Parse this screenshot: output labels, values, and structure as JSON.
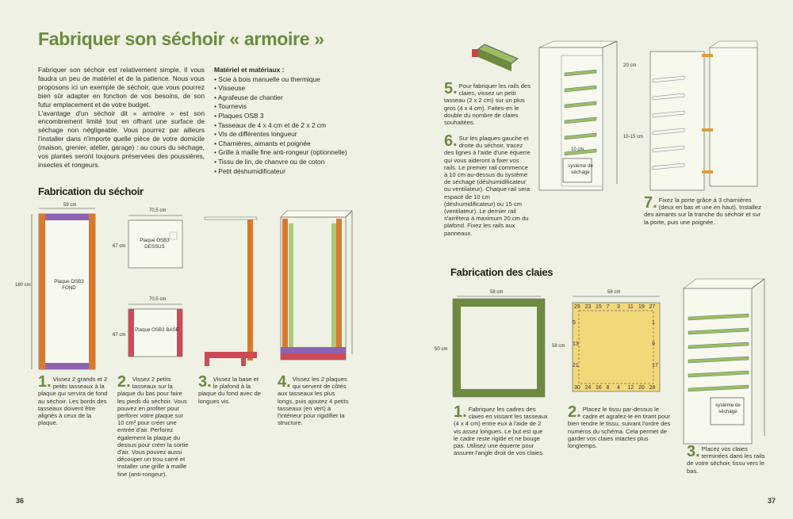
{
  "title": "Fabriquer son séchoir « armoire »",
  "intro": {
    "p1": "Fabriquer son séchoir est relativement simple. Il vous faudra un peu de matériel et de la patience. Nous vous proposons ici un exemple de séchoir, que vous pourrez bien sûr adapter en fonction de vos besoins, de son futur emplacement et de votre budget.",
    "p2": "L'avantage d'un séchoir dit « armoire » est son encombrement limité tout en offrant une surface de séchage non négligeable. Vous pourrez par ailleurs l'installer dans n'importe quelle pièce de votre domicile (maison, grenier, atelier, garage) : au cours du séchage, vos plantes seront toujours préservées des poussières, insectes et rongeurs."
  },
  "materials": {
    "heading": "Matériel et matériaux :",
    "items": [
      "Scie à bois manuelle ou thermique",
      "Visseuse",
      "Agrafeuse de chantier",
      "Tournevis",
      "Plaques OSB 3",
      "Tasseaux de 4 x 4 cm et de 2 x 2 cm",
      "Vis de différentes longueur",
      "Charnières, aimants et poignée",
      "Grille à maille fine anti-rongeur (optionnelle)",
      "Tissu de lin, de chanvre ou de coton",
      "Petit déshumidificateur"
    ]
  },
  "sections": {
    "sechoir": "Fabrication du séchoir",
    "claies": "Fabrication des claies"
  },
  "diagrams": {
    "d1_width": "59 cm",
    "d1_height": "180 cm",
    "d1_label": "Plaque OSB3 FOND",
    "d2_width": "70,5 cm",
    "d2_height": "67 cm",
    "d2_label": "Plaque OSB3 DESSUS",
    "d3_width": "70,5 cm",
    "d3_height": "67 cm",
    "d3_label": "Plaque OSB3 BASE",
    "cab_top": "20 cm",
    "cab_bottom": "10 cm",
    "cab_spacing": "10-15 cm",
    "cab_box": "système de séchage",
    "frame_width": "58 cm",
    "frame_height": "50 cm",
    "fabric_width": "58 cm",
    "fabric_height": "58 cm",
    "fabric_top": [
      "29",
      "23",
      "15",
      "7",
      "3",
      "11",
      "19",
      "27"
    ],
    "fabric_left": [
      "5",
      "13",
      "21"
    ],
    "fabric_right": [
      "1",
      "9",
      "17"
    ],
    "fabric_bottom": [
      "30",
      "24",
      "16",
      "8",
      "4",
      "12",
      "20",
      "28"
    ],
    "rack_box": "système de séchage"
  },
  "steps": {
    "s1": {
      "num": "1.",
      "text": "Vissez 2 grands et 2 petits tasseaux à la plaque qui servira de fond au séchoir. Les bords des tasseaux doivent être alignés à ceux de la plaque."
    },
    "s2": {
      "num": "2.",
      "text": "Vissez 2 petits tasseaux sur la plaque du bas pour faire les pieds du séchoir. Vous pouvez en profiter pour perforer votre plaque sur 10 cm² pour créer une entrée d'air. Perforez également la plaque du dessus pour créer la sortie d'air. Vous pouvez aussi découper un trou carré et installer une grille à maille fine (anti-rongeur)."
    },
    "s3": {
      "num": "3.",
      "text": "Vissez la base et le plafond à la plaque du fond avec de longues vis."
    },
    "s4": {
      "num": "4.",
      "text": "Vissez les 2 plaques qui servent de côtés aux tasseaux les plus longs, puis ajoutez 4 petits tasseaux (en vert) à l'intérieur pour rigidifier la structure."
    },
    "s5": {
      "num": "5.",
      "text": "Pour fabriquer les rails des claies, vissez un petit tasseau (2 x 2 cm) sur un plus gros (4 x 4 cm). Faites-en le double du nombre de claies souhaitées."
    },
    "s6": {
      "num": "6.",
      "text": "Sur les plaques gauche et droite du séchoir, tracez des lignes à l'aide d'une équerre qui vous aideront à fixer vos rails. Le premier rail commence à 10 cm au-dessus du système de séchage (déshumidificateur ou ventilateur). Chaque rail sera espacé de 10 cm (déshumidificateur) ou 15 cm (ventilateur). Le dernier rail s'arrêtera à maximum 20 cm du plafond. Fixez les rails aux panneaux."
    },
    "s7": {
      "num": "7.",
      "text": "Fixez la porte grâce à 3 charnières (deux en bas et une en haut). Installez des aimants sur la tranche du séchoir et sur la porte, puis une poignée."
    },
    "c1": {
      "num": "1.",
      "text": "Fabriquez les cadres des claies en vissant les tasseaux (4 x 4 cm) entre eux à l'aide de 2 vis assez longues. Le but est que le cadre reste rigide et ne bouge pas. Utilisez une équerre pour assurer l'angle droit de vos claies."
    },
    "c2": {
      "num": "2.",
      "text": "Placez le tissu par-dessus le cadre et agrafez-le en tirant pour bien tendre le tissu, suivant l'ordre des numéros du schéma. Cela permet de garder vos claies intactes plus longtemps."
    },
    "c3": {
      "num": "3.",
      "text": "Placez vos claies terminées dans les rails de votre séchoir, tissu vers le bas."
    }
  },
  "page_numbers": {
    "left": "36",
    "right": "37"
  },
  "colors": {
    "accent": "#6d8a3e",
    "background": "#eef1e3",
    "orange": "#d9792f",
    "purple": "#8e63b4",
    "red": "#cf4956",
    "green": "#9bbf60",
    "fabric": "#f3d87a"
  }
}
